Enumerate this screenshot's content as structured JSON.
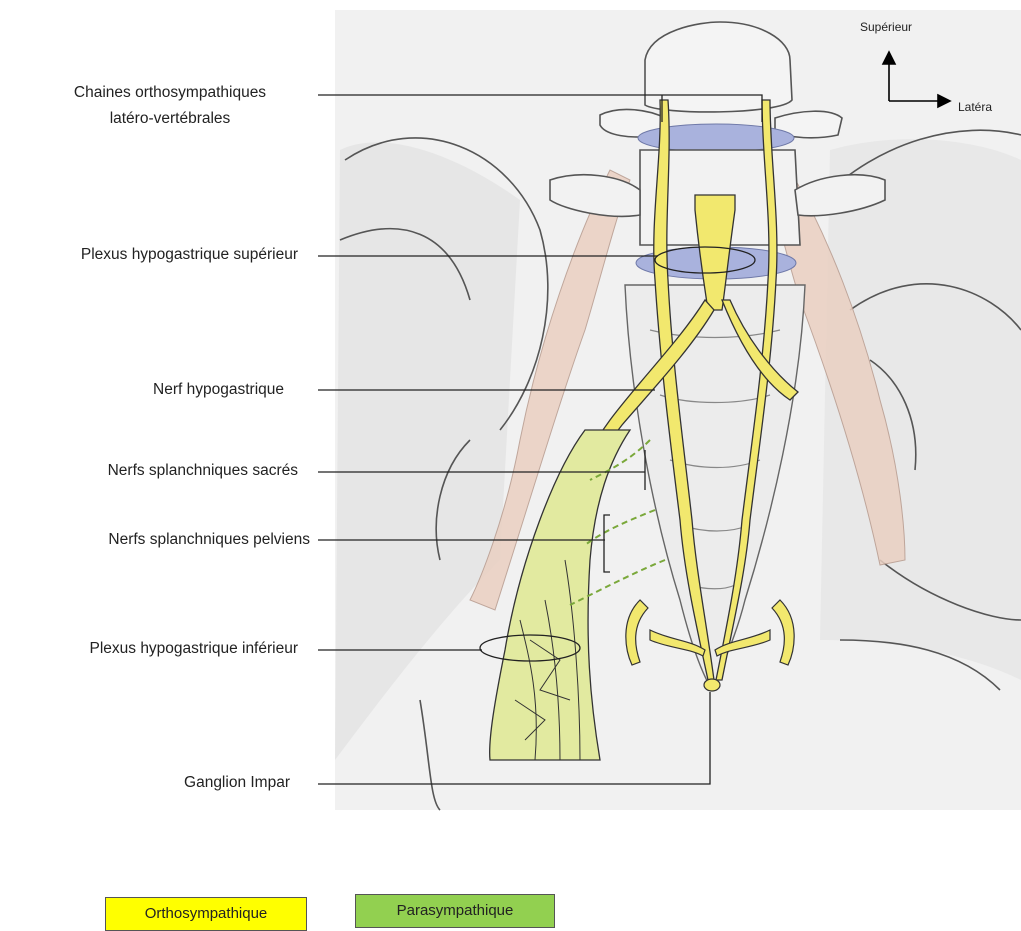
{
  "labels": {
    "chaines_line1": "Chaines orthosympathiques",
    "chaines_line2": "latéro-vertébrales",
    "plexus_sup": "Plexus hypogastrique supérieur",
    "nerf_hypo": "Nerf hypogastrique",
    "nerfs_sacres": "Nerfs splanchniques sacrés",
    "nerfs_pelviens": "Nerfs splanchniques pelviens",
    "plexus_inf": "Plexus hypogastrique inférieur",
    "ganglion": "Ganglion Impar"
  },
  "orientation": {
    "superior": "Supérieur",
    "lateral": "Latéra"
  },
  "legend": {
    "ortho": "Orthosympathique",
    "para": "Parasympathique"
  },
  "colors": {
    "ortho": "#ffff00",
    "para": "#92d050",
    "nerve_yellow": "#f2e86e",
    "nerve_green_light": "#e2eaa0",
    "disc_blue": "#a9b2dd",
    "muscle_pink": "#e8c4b4",
    "bone_shade": "#e6e6e6"
  }
}
